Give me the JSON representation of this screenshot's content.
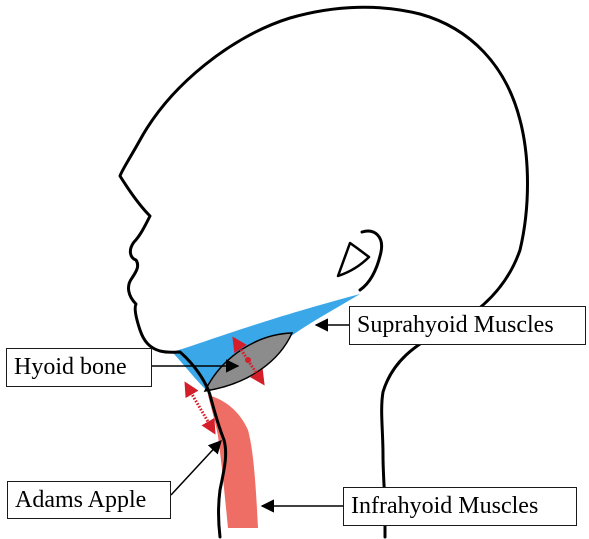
{
  "labels": {
    "suprahyoid": "Suprahyoid Muscles",
    "hyoid": "Hyoid bone",
    "adams_apple": "Adams Apple",
    "infrahyoid": "Infrahyoid Muscles"
  },
  "colors": {
    "outline": "#000000",
    "suprahyoid_fill": "#3aa8e8",
    "hyoid_fill": "#8c8c8c",
    "infrahyoid_fill": "#ee6e66",
    "motion_arrow": "#d41e2a",
    "box_border": "#1a1a1a"
  }
}
